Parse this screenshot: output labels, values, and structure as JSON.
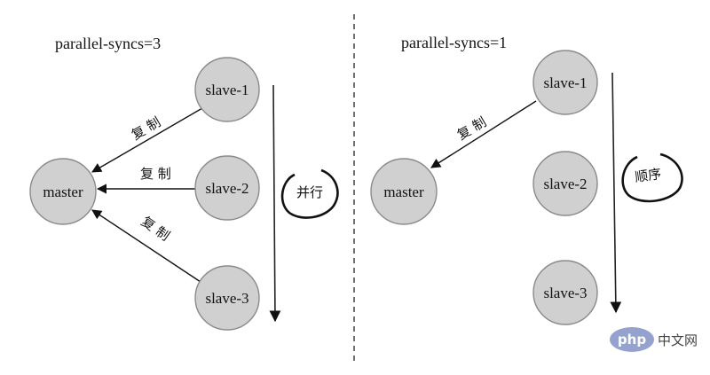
{
  "left": {
    "title": "parallel-syncs=3",
    "master": "master",
    "slaves": [
      "slave-1",
      "slave-2",
      "slave-3"
    ],
    "edge_labels": [
      "复 制",
      "复 制",
      "复 制"
    ],
    "mode": "并行"
  },
  "right": {
    "title": "parallel-syncs=1",
    "master": "master",
    "slaves": [
      "slave-1",
      "slave-2",
      "slave-3"
    ],
    "edge_label": "复 制",
    "mode": "顺序"
  },
  "watermark": {
    "logo": "php",
    "site": "中文网"
  }
}
